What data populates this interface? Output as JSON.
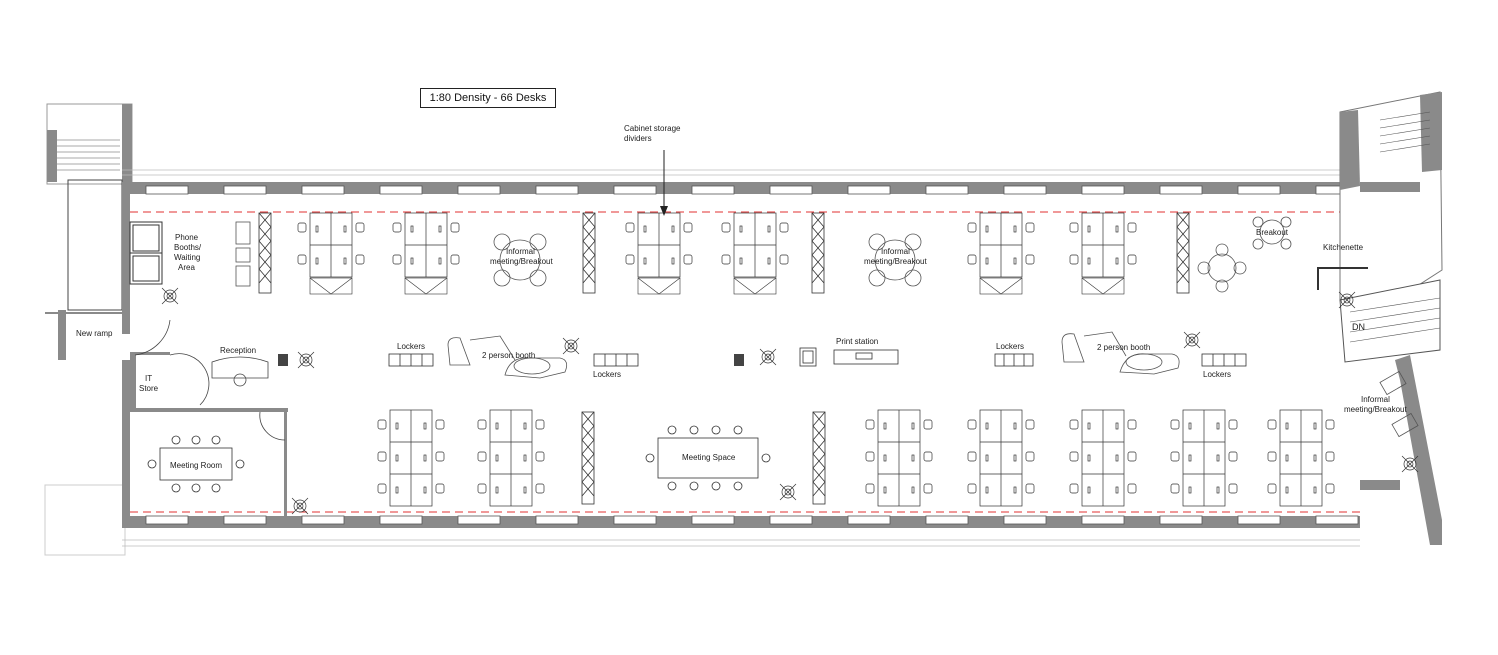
{
  "title": "1:80 Density - 66 Desks",
  "labels": {
    "cabinet": [
      "Cabinet storage",
      "dividers"
    ],
    "phone": [
      "Phone",
      "Booths/",
      "Waiting",
      "Area"
    ],
    "new_ramp": "New ramp",
    "reception": "Reception",
    "it_store": [
      "IT",
      "Store"
    ],
    "meeting_room": "Meeting Room",
    "informal_1": [
      "Informal",
      "meeting/Breakout"
    ],
    "informal_2": [
      "Informal",
      "meeting/Breakout"
    ],
    "informal_3": [
      "Informal",
      "meeting/Breakout"
    ],
    "lockers_1": "Lockers",
    "lockers_2": "Lockers",
    "lockers_3": "Lockers",
    "lockers_4": "Lockers",
    "booth_1": "2 person booth",
    "booth_2": "2 person booth",
    "print_station": "Print station",
    "meeting_space": "Meeting Space",
    "breakout": "Breakout",
    "kitchenette": "Kitchenette",
    "dn": "DN"
  },
  "colors": {
    "wall": "#8a8a8a",
    "line": "#333333",
    "dash": "#e03030"
  }
}
